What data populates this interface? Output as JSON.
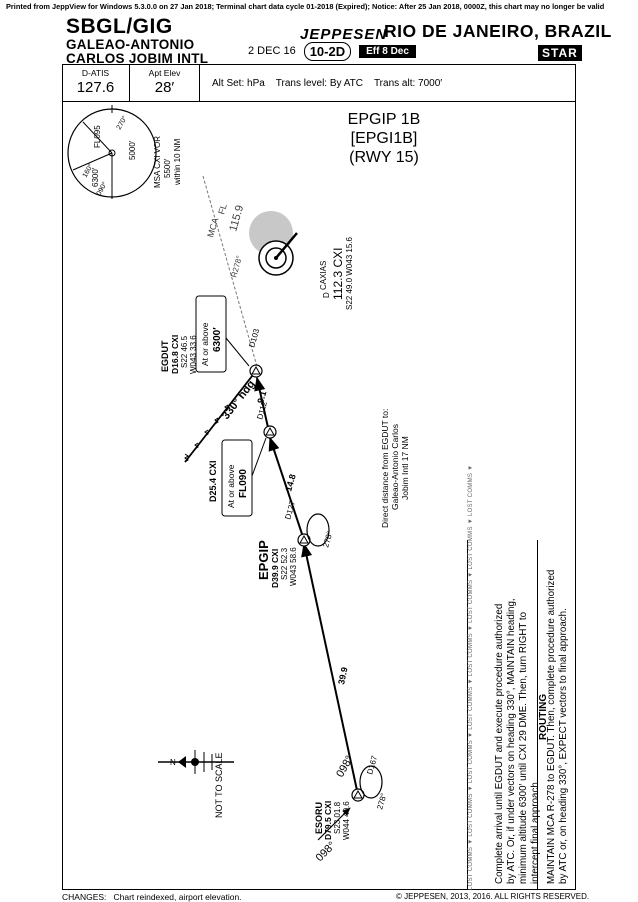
{
  "print_notice": "Printed from JeppView for Windows 5.3.0.0 on 27 Jan 2018; Terminal chart data cycle 01-2018 (Expired); Notice: After 25 Jan 2018, 0000Z, this chart may no longer be valid",
  "header": {
    "icao_iata": "SBGL/GIG",
    "airport_line1": "GALEAO-ANTONIO",
    "airport_line2": "CARLOS JOBIM INTL",
    "brand": "JEPPESEN",
    "city": "RIO DE JANEIRO, BRAZIL",
    "date": "2 DEC 16",
    "chart_number": "10-2D",
    "effective": "Eff 8 Dec",
    "chart_type": "STAR"
  },
  "infobar": {
    "datis_label": "D-ATIS",
    "datis_value": "127.6",
    "elev_label": "Apt Elev",
    "elev_value": "28′",
    "alt_set": "Alt Set: hPa",
    "trans_level": "Trans level: By ATC",
    "trans_alt": "Trans alt: 7000′"
  },
  "procedure": {
    "name": "EPGIP 1B",
    "code": "[EPGI1B]",
    "runway": "(RWY 15)"
  },
  "msa": {
    "label1": "MSA CXI VOR",
    "label2": "5500′",
    "label3": "within 10 NM",
    "fl": "FL095",
    "alt1": "5000′",
    "alt2": "6300′",
    "r270": "270°",
    "r160": "160°",
    "r090": "090°"
  },
  "navaid": {
    "name": "CAXIAS",
    "freq_ident": "112.3 CXI",
    "coords": "S22 49.0 W043 15.6",
    "d_mark": "D"
  },
  "mca": {
    "label": "MCA",
    "fl": "FL",
    "value": "115.9",
    "radial": "R278°"
  },
  "fixes": {
    "egdut_name": "EGDUT",
    "egdut_dme": "D16.8 CXI",
    "egdut_lat": "S22 46.5",
    "egdut_lon": "W043 33.6",
    "egdut_restr1": "At or above",
    "egdut_restr2": "6300′",
    "d25_name": "D25.4 CXI",
    "d25_restr1": "At or above",
    "d25_restr2": "FL090",
    "epgip_name": "EPGIP",
    "epgip_dme": "D39.9 CXI",
    "epgip_lat": "S22 52.3",
    "epgip_lon": "W043 58.6",
    "esoru_name": "ESORU",
    "esoru_dme": "D79.5 CXI",
    "esoru_lat": "S23 01.8",
    "esoru_lon": "W044 40.6"
  },
  "legs": {
    "d103": "D103",
    "d112": "D112",
    "d127": "D127",
    "d167": "D167",
    "dist_91": "9.1",
    "dist_148": "14.8",
    "dist_399": "39.9",
    "hdg330": "330° hdg",
    "crs098a": "098°",
    "crs098b": "098°",
    "crs278a": "278°",
    "crs278b": "278°"
  },
  "direct_note": {
    "line1": "Direct distance from EGDUT to:",
    "line2": "Galeao-Antonio Carlos",
    "line3": "Jobim Intl 17 NM"
  },
  "north": {
    "scale": "NOT TO SCALE",
    "n": "N"
  },
  "routing": {
    "title": "ROUTING",
    "line1": "MAINTAIN MCA R-278 to EGDUT. Then, complete procedure authorized",
    "line2": "by ATC or, on heading 330°, EXPECT vectors to final approach."
  },
  "lost_comms": {
    "line1": "Complete arrival until EGDUT and execute procedure authorized",
    "line2": "by ATC. Or, if under vectors on heading 330°, MAINTAIN heading,",
    "line3": "minimum altitude 6300′ until CXI 29 DME. Then, turn RIGHT to",
    "line4": "intercept final approach.",
    "tag": "LOST COMMS"
  },
  "footer": {
    "changes_label": "CHANGES:",
    "changes_text": "Chart reindexed, airport elevation.",
    "copyright": "© JEPPESEN, 2013, 2016. ALL RIGHTS RESERVED."
  }
}
